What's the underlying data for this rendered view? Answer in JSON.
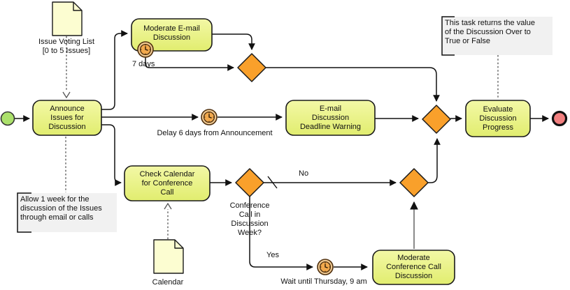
{
  "tasks": {
    "announce": "Announce\nIssues for\nDiscussion",
    "moderate_email": "Moderate E-mail\nDiscussion",
    "email_warning": "E-mail\nDiscussion\nDeadline Warning",
    "evaluate": "Evaluate\nDiscussion\nProgress",
    "check_calendar": "Check Calendar\nfor Conference\nCall",
    "moderate_conf": "Moderate\nConference Call\nDiscussion"
  },
  "data_objects": {
    "issue_voting_list": "Issue Voting List\n[0 to 5 Issues]",
    "calendar": "Calendar"
  },
  "timer_labels": {
    "seven_days": "7 days",
    "delay_six_days": "Delay 6 days from Announcement",
    "wait_thursday": "Wait until Thursday, 9 am"
  },
  "gateway_labels": {
    "conference_call_week": "Conference\nCall in\nDiscussion\nWeek?"
  },
  "flow_labels": {
    "no": "No",
    "yes": "Yes"
  },
  "annotations": {
    "evaluate_note": "This task returns the value\nof the Discussion Over to\nTrue or False",
    "announce_note": "Allow 1 week for the\ndiscussion of the Issues\nthrough email or calls"
  },
  "colors": {
    "task_fill": "#E8F17E",
    "gateway_fill": "#F9A02B",
    "timer_face": "#F2A94D",
    "timer_ring": "#EFC890",
    "start_fill": "#ACE16C",
    "end_fill": "#F28080",
    "data_object_fill": "#FCFDD1",
    "annotation_fill": "#F1F1F1",
    "stroke": "#1A1A1A"
  }
}
